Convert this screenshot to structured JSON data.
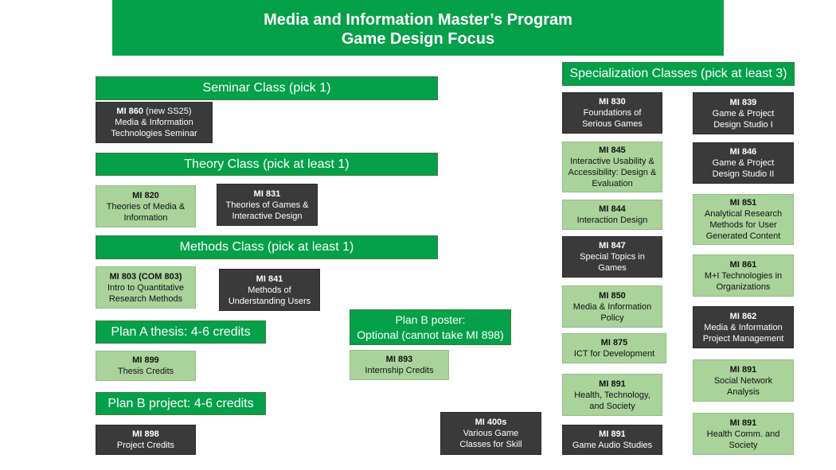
{
  "title": {
    "line1": "Media and Information Master’s Program",
    "line2": "Game Design Focus"
  },
  "headers": {
    "seminar": "Seminar Class (pick 1)",
    "theory": "Theory Class (pick at least 1)",
    "methods": "Methods Class (pick at least 1)",
    "plan_a": "Plan A thesis: 4-6 credits",
    "plan_b_poster_line1": "Plan B poster:",
    "plan_b_poster_line2": "Optional (cannot take MI 898)",
    "plan_b_project": "Plan B project: 4-6 credits",
    "specialization": "Specialization Classes (pick at least 3)"
  },
  "courses": {
    "mi860": {
      "code": "MI 860",
      "note": " (new SS25)",
      "l1": "Media & Information",
      "l2": "Technologies Seminar",
      "color": "#3a3a3a"
    },
    "mi820": {
      "code": "MI 820",
      "l1": "Theories of Media &",
      "l2": "Information",
      "color": "#a9d39b"
    },
    "mi831": {
      "code": "MI 831",
      "l1": "Theories of Games &",
      "l2": "Interactive Design",
      "color": "#3a3a3a"
    },
    "mi803": {
      "code": "MI 803 (COM 803)",
      "l1": "Intro to Quantitative",
      "l2": "Research Methods",
      "color": "#a9d39b"
    },
    "mi841": {
      "code": "MI 841",
      "l1": "Methods of",
      "l2": "Understanding Users",
      "color": "#3a3a3a"
    },
    "mi899": {
      "code": "MI 899",
      "l1": "Thesis Credits",
      "color": "#a9d39b"
    },
    "mi893": {
      "code": "MI 893",
      "l1": "Internship Credits",
      "color": "#a9d39b"
    },
    "mi898": {
      "code": "MI 898",
      "l1": "Project Credits",
      "color": "#3a3a3a"
    },
    "mi400s": {
      "code": "MI 400s",
      "l1": "Various Game",
      "l2": "Classes for Skill",
      "color": "#3a3a3a"
    },
    "mi830": {
      "code": "MI 830",
      "l1": "Foundations of",
      "l2": "Serious Games",
      "color": "#3a3a3a"
    },
    "mi845": {
      "code": "MI 845",
      "l1": "Interactive Usability &",
      "l2": "Accessibility: Design &",
      "l3": "Evaluation",
      "color": "#a9d39b"
    },
    "mi844": {
      "code": "MI 844",
      "l1": "Interaction Design",
      "color": "#a9d39b"
    },
    "mi847": {
      "code": "MI 847",
      "l1": "Special Topics in",
      "l2": "Games",
      "color": "#3a3a3a"
    },
    "mi850": {
      "code": "MI 850",
      "l1": "Media & Information",
      "l2": "Policy",
      "color": "#a9d39b"
    },
    "mi875": {
      "code": "MI 875",
      "l1": "ICT for Development",
      "color": "#a9d39b"
    },
    "mi891a": {
      "code": "MI 891",
      "l1": "Health, Technology,",
      "l2": "and Society",
      "color": "#a9d39b"
    },
    "mi891b": {
      "code": "MI 891",
      "l1": "Game Audio Studies",
      "color": "#3a3a3a"
    },
    "mi839": {
      "code": "MI 839",
      "l1": "Game & Project",
      "l2": "Design Studio I",
      "color": "#3a3a3a"
    },
    "mi846": {
      "code": "MI 846",
      "l1": "Game & Project",
      "l2": "Design Studio II",
      "color": "#3a3a3a"
    },
    "mi851": {
      "code": "MI 851",
      "l1": "Analytical Research",
      "l2": "Methods for User",
      "l3": "Generated Content",
      "color": "#a9d39b"
    },
    "mi861": {
      "code": "MI 861",
      "l1": "M+I Technologies in",
      "l2": "Organizations",
      "color": "#a9d39b"
    },
    "mi862": {
      "code": "MI 862",
      "l1": "Media & Information",
      "l2": "Project Management",
      "color": "#3a3a3a"
    },
    "mi891c": {
      "code": "MI 891",
      "l1": "Social Network",
      "l2": "Analysis",
      "color": "#a9d39b"
    },
    "mi891d": {
      "code": "MI 891",
      "l1": "Health Comm. and",
      "l2": "Society",
      "color": "#a9d39b"
    }
  }
}
